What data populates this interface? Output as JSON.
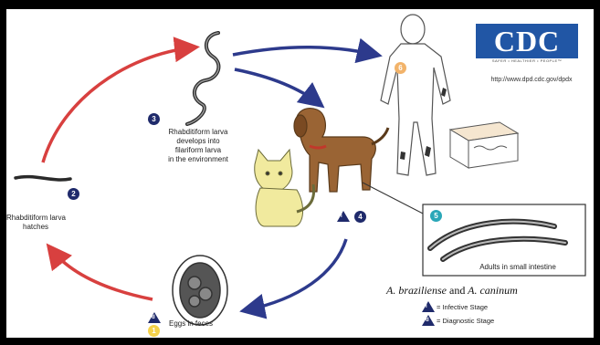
{
  "logo": {
    "text": "CDC",
    "tagline": "SAFER • HEALTHIER • PEOPLE™",
    "url": "http://www.dpd.cdc.gov/dpdx"
  },
  "stages": {
    "s2": {
      "number": "2",
      "label_line1": "Rhabditiform larva",
      "label_line2": "hatches"
    },
    "s3": {
      "number": "3",
      "label_line1": "Rhabditiform larva",
      "label_line2": "develops into",
      "label_line3": "filariform larva",
      "label_line4": "in the environment"
    },
    "s4": {
      "number": "4",
      "marker": "i"
    },
    "s5": {
      "number": "5",
      "label": "Adults in small intestine"
    },
    "s1": {
      "number": "1",
      "marker": "d",
      "label": "Eggs in feces"
    },
    "s6": {
      "number": "6"
    }
  },
  "species": {
    "part1": "A. braziliense",
    "and": "and",
    "part2": "A. caninum"
  },
  "legend": {
    "infective": {
      "marker": "i",
      "text": "= Infective Stage"
    },
    "diagnostic": {
      "marker": "d",
      "text": "= Diagnostic Stage"
    }
  },
  "colors": {
    "red_arrow": "#d8403f",
    "blue_arrow": "#2d3a8c",
    "marker": "#1f2a6b",
    "cdc_blue": "#2156a5"
  }
}
